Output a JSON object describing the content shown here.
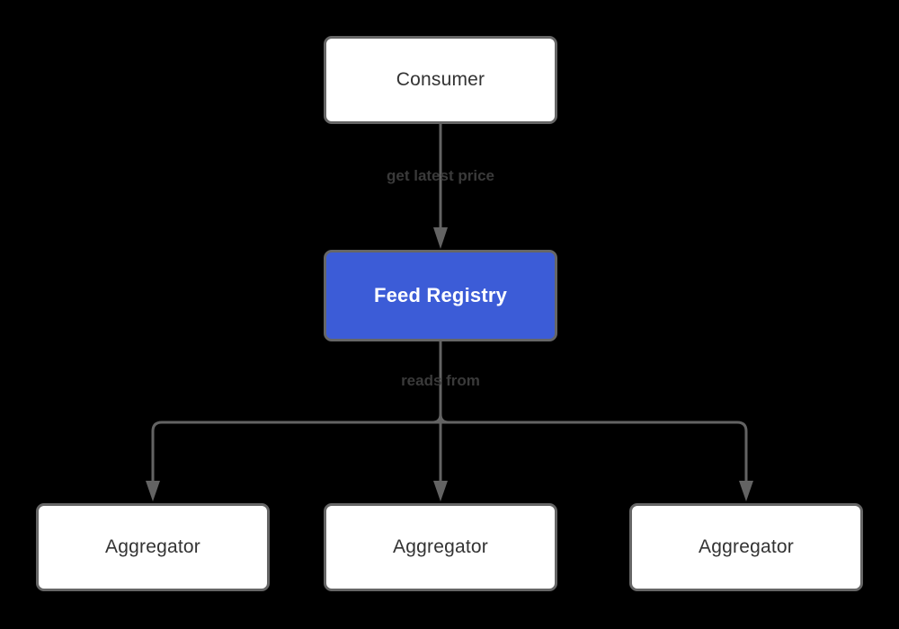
{
  "diagram": {
    "type": "flowchart",
    "direction": "top-down",
    "nodes": [
      {
        "id": "consumer",
        "label": "Consumer",
        "style": "default"
      },
      {
        "id": "feed-registry",
        "label": "Feed Registry",
        "style": "primary"
      },
      {
        "id": "aggregator-1",
        "label": "Aggregator",
        "style": "default"
      },
      {
        "id": "aggregator-2",
        "label": "Aggregator",
        "style": "default"
      },
      {
        "id": "aggregator-3",
        "label": "Aggregator",
        "style": "default"
      }
    ],
    "edges": [
      {
        "from": "consumer",
        "to": "feed-registry",
        "label": "get latest price"
      },
      {
        "from": "feed-registry",
        "to": "aggregator-1",
        "label": "reads from"
      },
      {
        "from": "feed-registry",
        "to": "aggregator-2",
        "label": ""
      },
      {
        "from": "feed-registry",
        "to": "aggregator-3",
        "label": ""
      }
    ],
    "colors": {
      "background": "#000000",
      "node_fill": "#ffffff",
      "node_border": "#666666",
      "node_text": "#333333",
      "primary_fill": "#3c5cd7",
      "primary_text": "#ffffff",
      "edge_line": "#636363",
      "edge_label_text": "#3a3a3a"
    }
  }
}
